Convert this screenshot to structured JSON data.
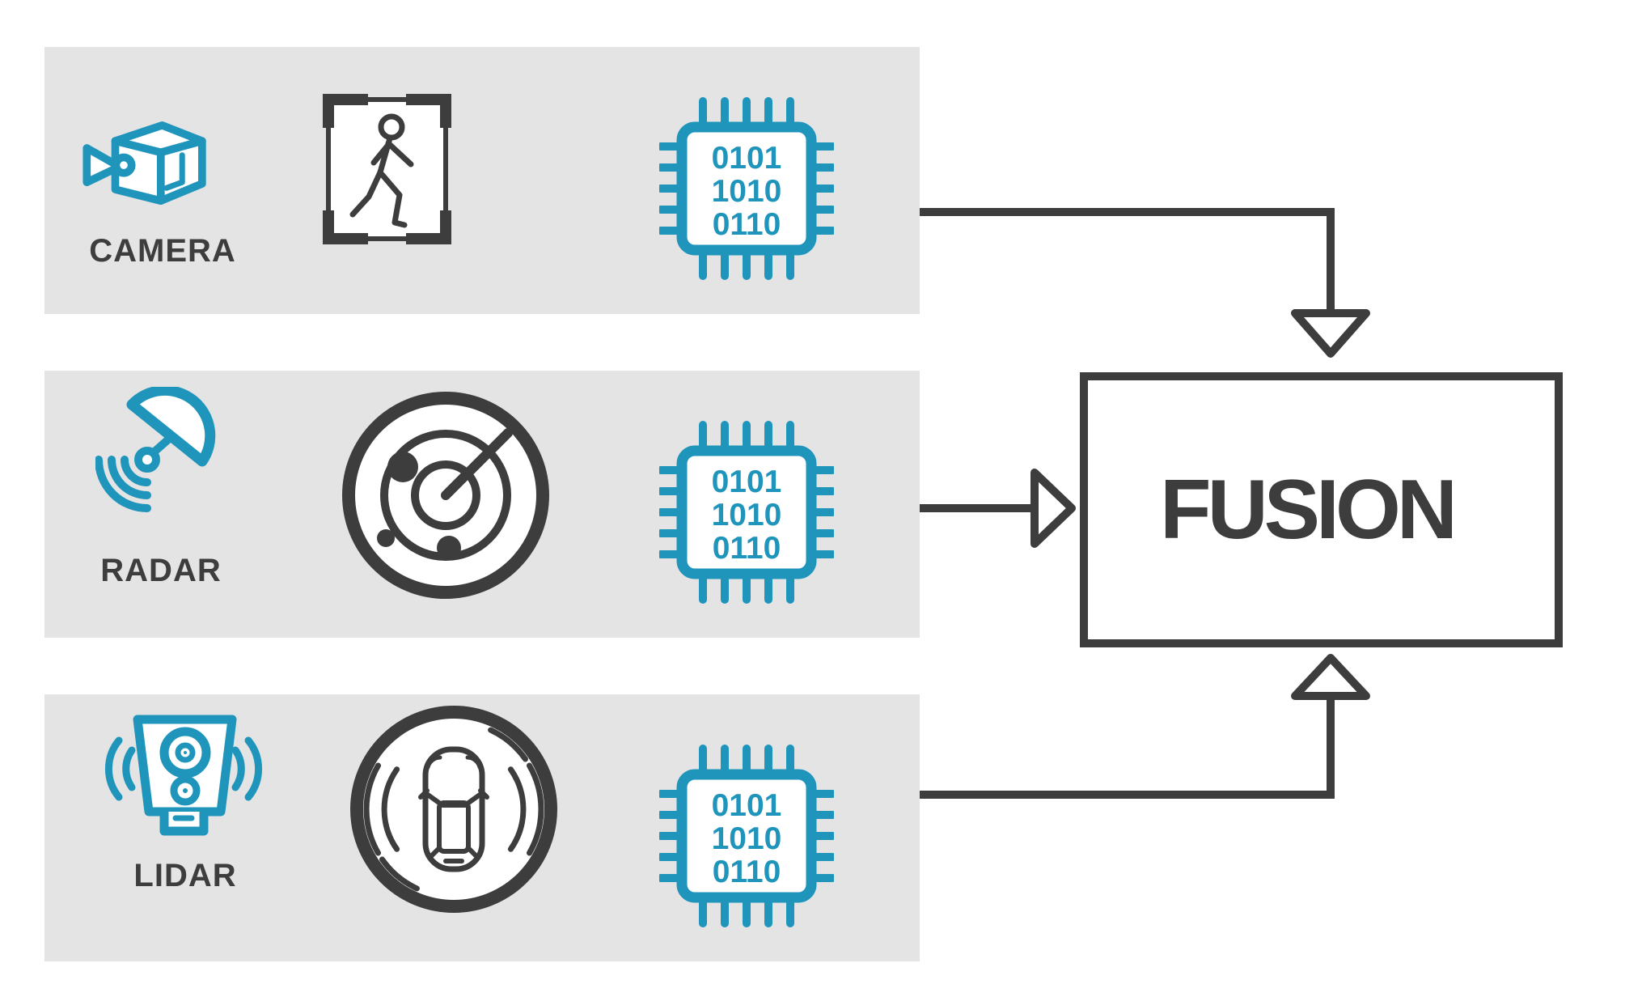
{
  "colors": {
    "accent_blue": "#2095bb",
    "dark": "#3d3d3d",
    "row_background": "#e4e4e4",
    "page_background": "#ffffff"
  },
  "rows": [
    {
      "id": "camera",
      "label": "CAMERA",
      "sensor_icon": "video-camera-icon",
      "processing_icon": "pedestrian-detection-frame-icon",
      "chip": {
        "icon": "processor-chip-icon",
        "lines": [
          "0101",
          "1010",
          "0110"
        ]
      }
    },
    {
      "id": "radar",
      "label": "RADAR",
      "sensor_icon": "radar-dish-icon",
      "processing_icon": "radar-screen-icon",
      "chip": {
        "icon": "processor-chip-icon",
        "lines": [
          "0101",
          "1010",
          "0110"
        ]
      }
    },
    {
      "id": "lidar",
      "label": "LIDAR",
      "sensor_icon": "lidar-sensor-icon",
      "processing_icon": "car-surround-view-icon",
      "chip": {
        "icon": "processor-chip-icon",
        "lines": [
          "0101",
          "1010",
          "0110"
        ]
      }
    }
  ],
  "fusion": {
    "label": "FUSION"
  }
}
